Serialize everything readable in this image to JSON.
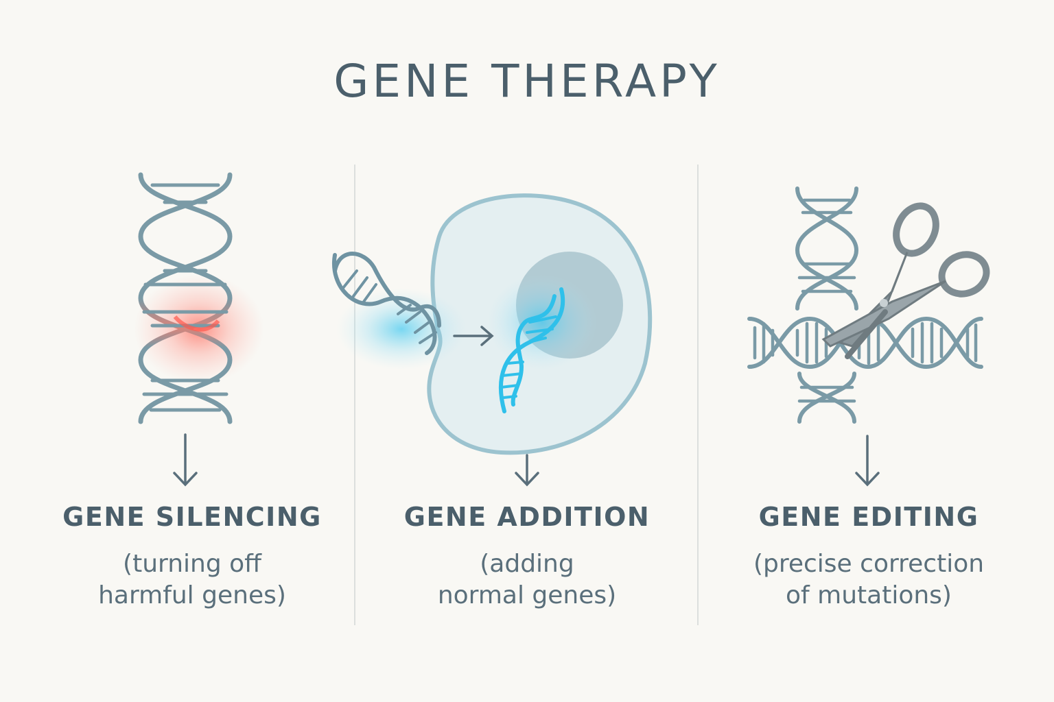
{
  "title": "GENE THERAPY",
  "columns": [
    {
      "title": "GENE SILENCING",
      "desc_line1": "(turning off",
      "desc_line2": "harmful genes)"
    },
    {
      "title": "GENE ADDITION",
      "desc_line1": "(adding",
      "desc_line2": "normal genes)"
    },
    {
      "title": "GENE EDITING",
      "desc_line1": "(precise correction",
      "desc_line2": "of mutations)"
    }
  ],
  "colors": {
    "dna": "#7a9aa6",
    "highlight_red": "#ff5a4e",
    "highlight_blue": "#2fc0ea",
    "cell_membrane": "#9cc3cf",
    "cell_fill": "#e4eff1",
    "nucleus": "#a9c4ce",
    "scissors": "#7f8c92",
    "text": "#4b5f6b"
  }
}
